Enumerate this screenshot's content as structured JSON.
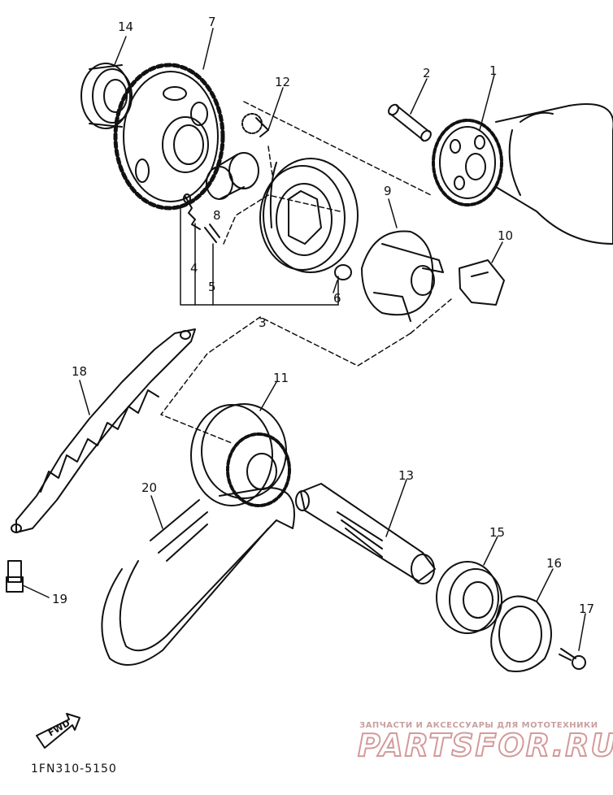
{
  "diagram": {
    "part_labels": {
      "p1": "1",
      "p2": "2",
      "p3": "3",
      "p4": "4",
      "p5": "5",
      "p6": "6",
      "p7": "7",
      "p8": "8",
      "p9": "9",
      "p10": "10",
      "p11": "11",
      "p12": "12",
      "p13": "13",
      "p14": "14",
      "p15": "15",
      "p16": "16",
      "p17": "17",
      "p18": "18",
      "p19": "19",
      "p20": "20"
    },
    "fwd_label": "FWD",
    "drawing_code": "1FN310-5150"
  },
  "watermark": {
    "tagline": "ЗАПЧАСТИ И АКСЕССУАРЫ ДЛЯ МОТОТЕХНИКИ",
    "brand": "PARTSFOR.RU"
  }
}
